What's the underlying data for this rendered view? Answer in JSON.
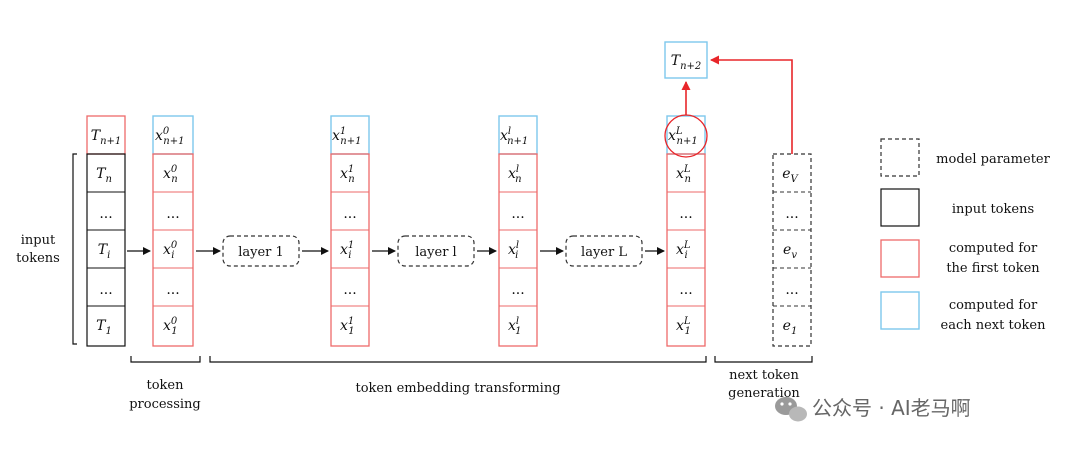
{
  "input_side": {
    "line1": "input",
    "line2": "tokens"
  },
  "col0": {
    "top": "T_{n+1}",
    "cells": [
      "T_n",
      "...",
      "T_i",
      "...",
      "T_1"
    ]
  },
  "col1": {
    "top": "x^0_{n+1}",
    "cells": [
      "x^0_n",
      "...",
      "x^0_i",
      "...",
      "x^0_1"
    ]
  },
  "col2": {
    "top": "x^1_{n+1}",
    "cells": [
      "x^1_n",
      "...",
      "x^1_i",
      "...",
      "x^1_1"
    ]
  },
  "col3": {
    "top": "x^l_{n+1}",
    "cells": [
      "x^l_n",
      "...",
      "x^l_i",
      "...",
      "x^l_1"
    ]
  },
  "col4": {
    "top": "x^L_{n+1}",
    "cells": [
      "x^L_n",
      "...",
      "x^L_i",
      "...",
      "x^L_1"
    ]
  },
  "col5": {
    "cells": [
      "e_V",
      "...",
      "e_v",
      "...",
      "e_1"
    ]
  },
  "output_token": "T_{n+2}",
  "layers": {
    "layer1": "layer 1",
    "layerl": "layer l",
    "layerL": "layer L"
  },
  "braces": {
    "token_processing": {
      "line1": "token",
      "line2": "processing"
    },
    "embedding": "token embedding transforming",
    "next_token": {
      "line1": "next token",
      "line2": "generation"
    }
  },
  "legend": {
    "model_parameter": "model parameter",
    "input_tokens": "input tokens",
    "first_token": {
      "line1": "computed for",
      "line2": "the first token"
    },
    "next_token": {
      "line1": "computed for",
      "line2": "each next token"
    }
  },
  "watermark": "公众号 · AI老马啊",
  "colors": {
    "red": "#ee6a6a",
    "blue": "#7ec8ec",
    "black": "#111111",
    "arrow_red": "#e8262a"
  }
}
